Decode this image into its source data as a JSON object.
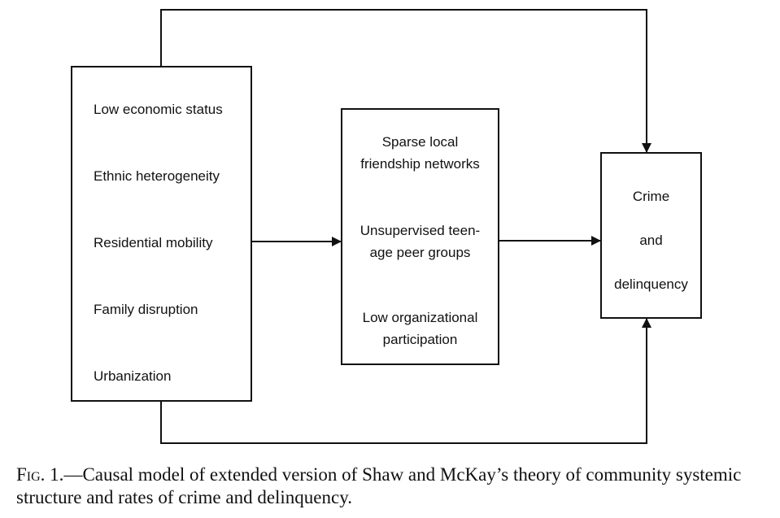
{
  "factors_box": {
    "items": [
      "Low economic status",
      "Ethnic heterogeneity",
      "Residential mobility",
      "Family disruption",
      "Urbanization"
    ]
  },
  "mediators_box": {
    "items": [
      [
        "Sparse local",
        "friendship networks"
      ],
      [
        "Unsupervised teen-",
        "age peer groups"
      ],
      [
        "Low organizational",
        "participation"
      ]
    ]
  },
  "outcome_box": {
    "lines": [
      "Crime",
      "and",
      "delinquency"
    ]
  },
  "caption": {
    "label": "Fig. 1.",
    "text": "—Causal model of extended version of Shaw and McKay’s theory of community systemic structure and rates of crime and delinquency."
  }
}
